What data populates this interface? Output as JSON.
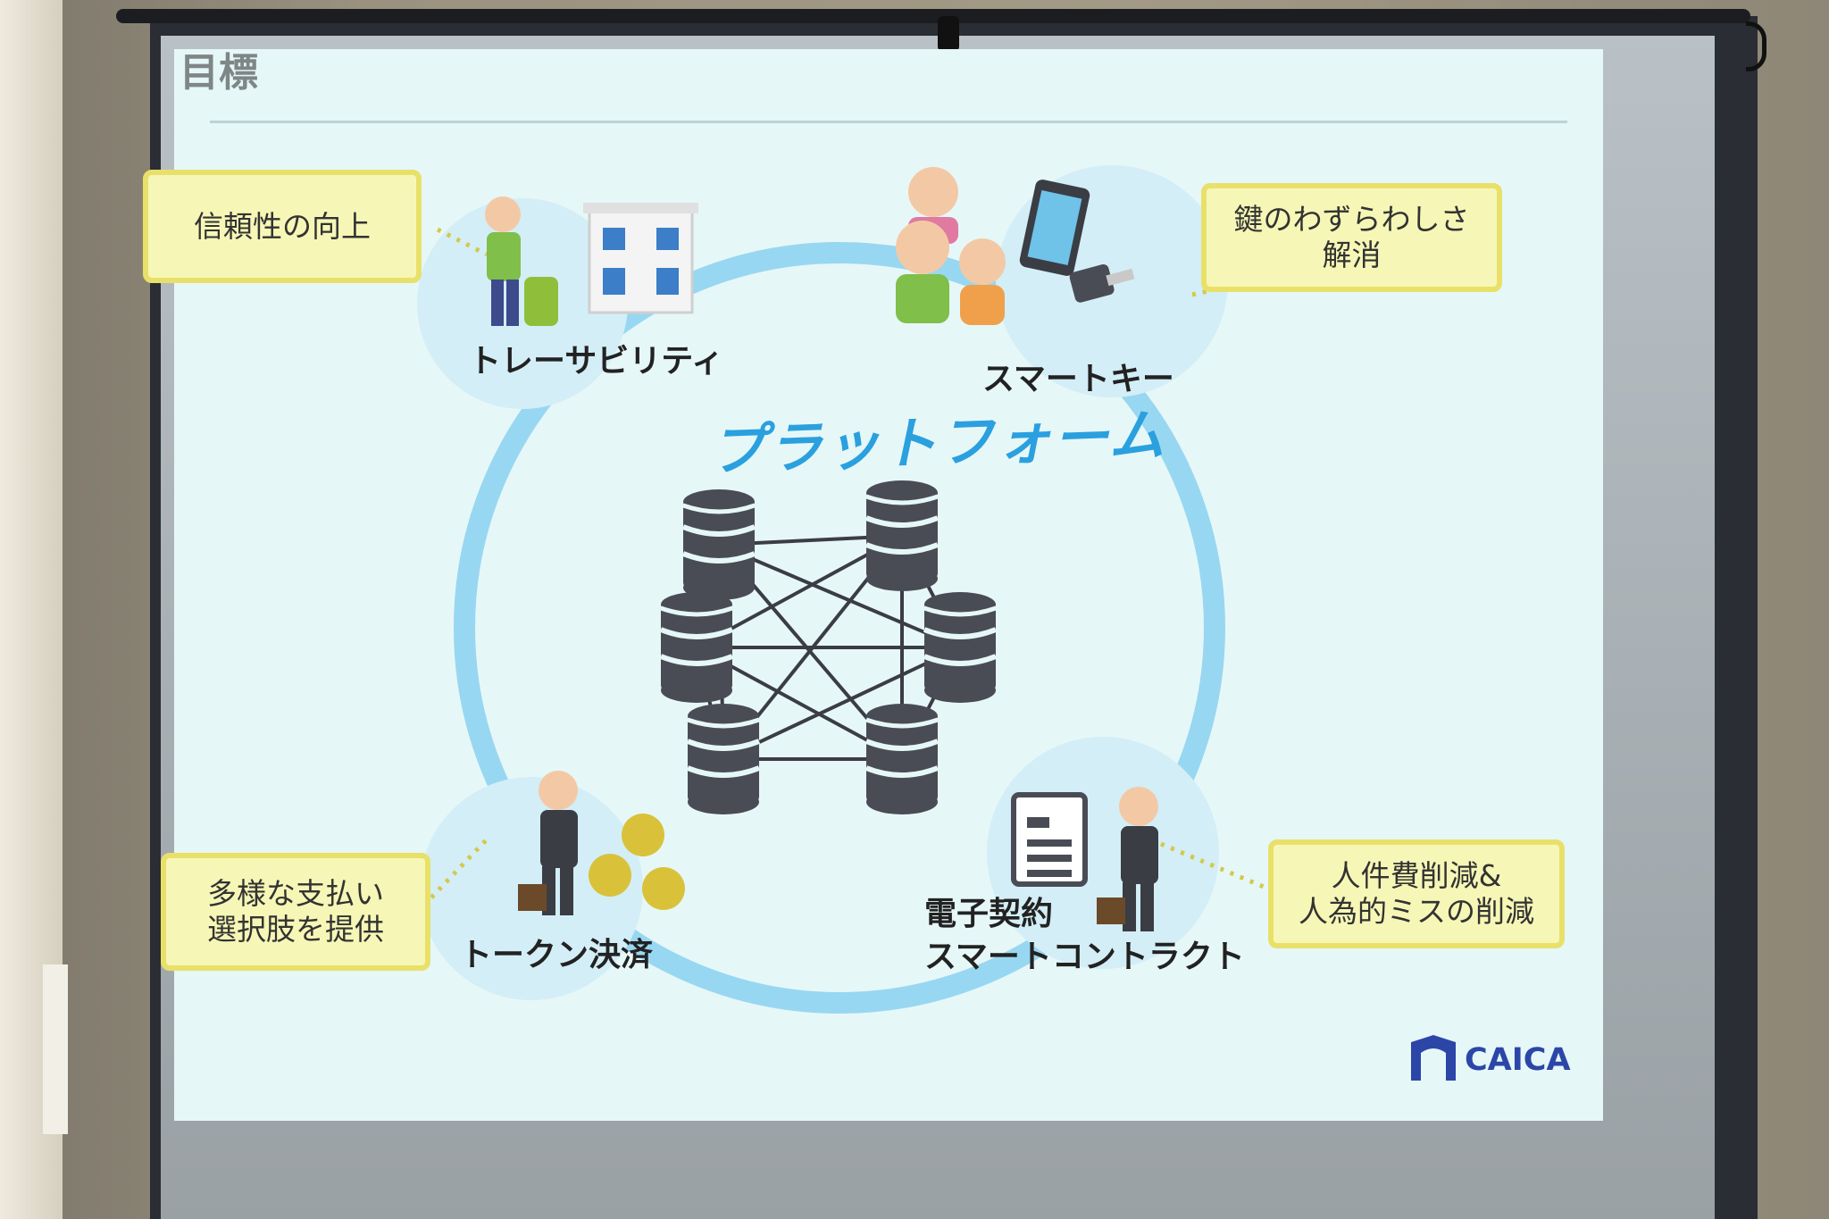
{
  "slide": {
    "title_fragment": "目標",
    "center_label": "プラットフォーム",
    "nodes": [
      {
        "caption": "トレーサビリティ",
        "callout": [
          "信頼性の向上"
        ]
      },
      {
        "caption": "スマートキー",
        "callout": [
          "鍵のわずらわしさ",
          "解消"
        ]
      },
      {
        "caption": "トークン決済",
        "callout": [
          "多様な支払い",
          "選択肢を提供"
        ]
      },
      {
        "caption_lines": [
          "電子契約",
          "スマートコントラクト"
        ],
        "callout": [
          "人件費削減&",
          "人為的ミスの削減"
        ]
      }
    ],
    "logo_text": "CAICA"
  },
  "colors": {
    "ring": "#8fd3ef",
    "platform_text": "#2aa0df",
    "callout_fill": "#f6f7b6",
    "callout_border": "#e9e06a",
    "db_icon": "#4a4c55",
    "logo": "#2c46a8"
  }
}
